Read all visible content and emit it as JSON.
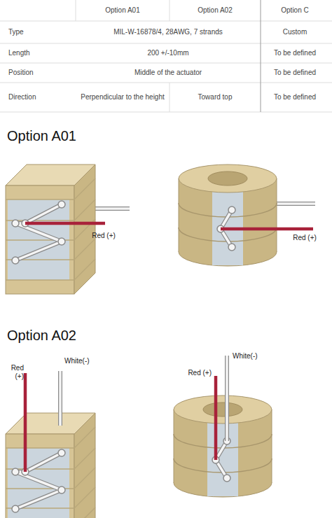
{
  "diagram": {
    "labels": [
      "Option A01",
      "Option A02",
      "Option C",
      "Type",
      "MIL-W-16878/4, 28AWG, 7 strands",
      "Custom",
      "Length",
      "200 +/-10mm",
      "To be defined",
      "Position",
      "Middle of the actuator",
      "To be defined",
      "Direction",
      "Perpendicular to the height",
      "Toward top",
      "To be defined",
      "Option A01",
      "Red (+)",
      "Red (+)",
      "Option A02",
      "White(-)",
      "Red (+)",
      "White(-)",
      "Red (+)"
    ]
  }
}
